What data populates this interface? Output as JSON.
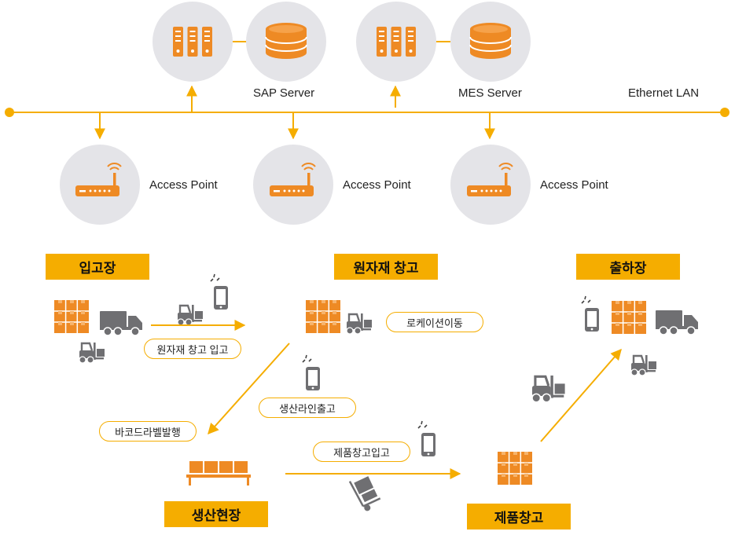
{
  "colors": {
    "accent": "#f5ad00",
    "icon_orange": "#ee8a24",
    "circle_gray": "#e4e4e8",
    "icon_gray": "#6f6f72"
  },
  "network": {
    "sap_server_label": "SAP Server",
    "mes_server_label": "MES Server",
    "lan_label": "Ethernet LAN",
    "access_points": [
      "Access Point",
      "Access Point",
      "Access Point"
    ]
  },
  "zones": {
    "receiving": "입고장",
    "raw_warehouse": "원자재 창고",
    "shipping": "출하장",
    "production": "생산현장",
    "product_warehouse": "제품창고"
  },
  "flows": {
    "raw_receiving": "원자재 창고 입고",
    "location_move": "로케이션이동",
    "line_release": "생산라인출고",
    "barcode_issue": "바코드라벨발행",
    "product_receiving": "제품창고입고"
  }
}
